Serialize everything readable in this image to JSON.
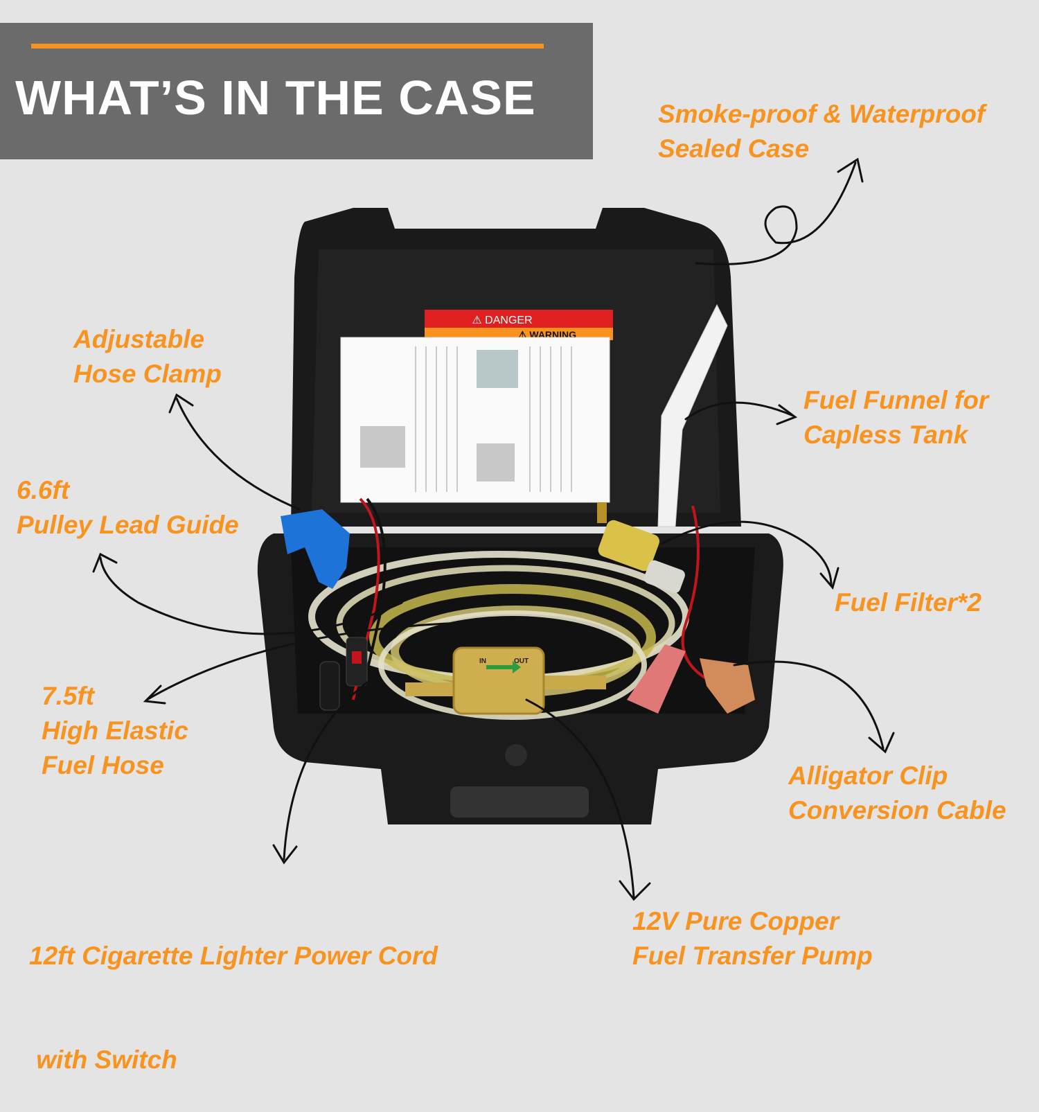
{
  "banner": {
    "title": "WHAT’S IN THE CASE"
  },
  "colors": {
    "accent": "#f7931e",
    "banner_bg": "#6b6b6b",
    "background": "#e4e4e4",
    "case": "#1a1a1a"
  },
  "labels": {
    "sealed_case": [
      "Smoke-proof & Waterproof",
      "Sealed Case"
    ],
    "hose_clamp": [
      "Adjustable",
      "Hose Clamp"
    ],
    "fuel_funnel": [
      "Fuel Funnel for",
      "Capless Tank"
    ],
    "pulley_guide": [
      "6.6ft",
      "Pulley Lead Guide"
    ],
    "fuel_filter": [
      "Fuel Filter*2"
    ],
    "fuel_hose": [
      "7.5ft",
      "High Elastic",
      "Fuel Hose"
    ],
    "alligator_clip": [
      "Alligator Clip",
      "Conversion Cable"
    ],
    "power_cord": [
      "12ft Cigarette Lighter Power Cord",
      " with Switch"
    ],
    "pump": [
      "12V Pure Copper",
      "Fuel Transfer Pump"
    ]
  },
  "case_contents": {
    "danger_label": "⚠ DANGER",
    "warning_label": "⚠ WARNING",
    "pump_in": "IN",
    "pump_out": "OUT"
  }
}
